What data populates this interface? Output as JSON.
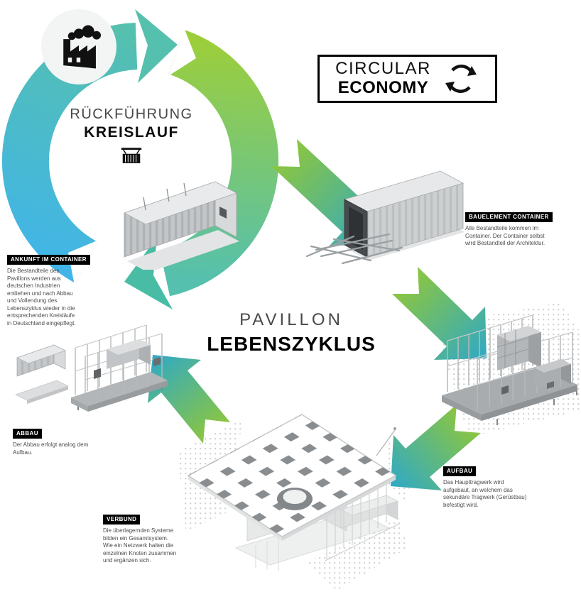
{
  "economy_badge": {
    "line1": "CIRCULAR",
    "line2": "ECONOMY"
  },
  "cycle": {
    "title_line1": "RÜCKFÜHRUNG",
    "title_line2": "KREISLAUF"
  },
  "center_title": {
    "line1": "PAVILLON",
    "line2": "LEBENSZYKLUS"
  },
  "stages": {
    "ankunft": {
      "label": "ANKUNFT IM CONTAINER",
      "description": "Die Bestandteile des Pavillons werden aus deutschen Industrien entliehen und nach Abbau und Vollendung des Lebenszyklus wieder in die entsprechenden Kreisläufe in Deutschland eingepflegt."
    },
    "bauelement": {
      "label": "BAUELEMENT CONTAINER",
      "description": "Alle Bestandteile kommen im Container. Der Container selbst wird Bestandteil der Architektur."
    },
    "aufbau": {
      "label": "AUFBAU",
      "description": "Das Haupttragwerk wird aufgebaut, an welchem das sekundäre Tragwerk (Gerüstbau) befestigt wird."
    },
    "verbund": {
      "label": "VERBUND",
      "description": "Die überlagernden Systeme bilden ein Gesamtsystem. Wie ein Netzwerk halten die einzelnen Knoten zusammen und ergänzen sich."
    },
    "abbau": {
      "label": "ABBAU",
      "description": "Der Abbau erfolgt analog dem Aufbau."
    }
  },
  "icons": {
    "factory": "factory-with-smoke",
    "container_crane": "hanging-container",
    "recycle": "circular-arrows"
  },
  "colors": {
    "green": "#8CC63F",
    "arrow_teal": "#2FA9C6",
    "cycle_blue": "#41B5E8",
    "cycle_teal": "#55C0AD",
    "cycle_green": "#9CCE3C",
    "label_bg": "#000000",
    "label_text": "#FFFFFF"
  }
}
